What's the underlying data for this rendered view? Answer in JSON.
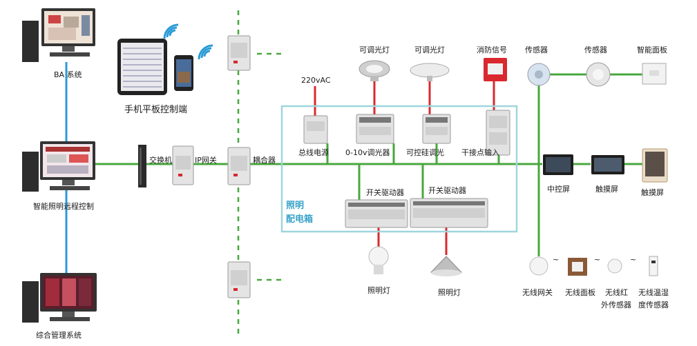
{
  "labels": {
    "ba_system": "BA 系统",
    "mobile_tablet": "手机平板控制端",
    "remote_control": "智能照明远程控制",
    "integrated_mgmt": "综合管理系统",
    "switch": "交换机",
    "ip_gateway": "IP网关",
    "coupler": "耦合器",
    "ac220": "220vAC",
    "bus_power": "总线电源",
    "dimmer_010v": "0-10v调光器",
    "scr_dimmer": "可控硅调光",
    "dry_contact": "干接点输入",
    "dim_light_1": "可调光灯",
    "dim_light_2": "可调光灯",
    "fire_signal": "消防信号",
    "sensor_1": "传感器",
    "sensor_2": "传感器",
    "smart_panel": "智能面板",
    "switch_actuator_1": "开关驱动器",
    "switch_actuator_2": "开关驱动器",
    "cabinet_line1": "照明",
    "cabinet_line2": "配电箱",
    "lamp_1": "照明灯",
    "lamp_2": "照明灯",
    "central_screen": "中控屏",
    "touch_screen_1": "触摸屏",
    "touch_screen_2": "触摸屏",
    "wireless_gateway": "无线网关",
    "wireless_panel": "无线面板",
    "ir_sensor_l1": "无线红",
    "ir_sensor_l2": "外传感器",
    "th_sensor_l1": "无线温湿",
    "th_sensor_l2": "度传感器",
    "tilde": "~"
  },
  "colors": {
    "bus_line": "#48a73c",
    "network_line": "#2a9bd6",
    "power_line": "#d9282e",
    "cabinet_border": "#9fd6dc",
    "accent_text": "#3aa3c9"
  }
}
